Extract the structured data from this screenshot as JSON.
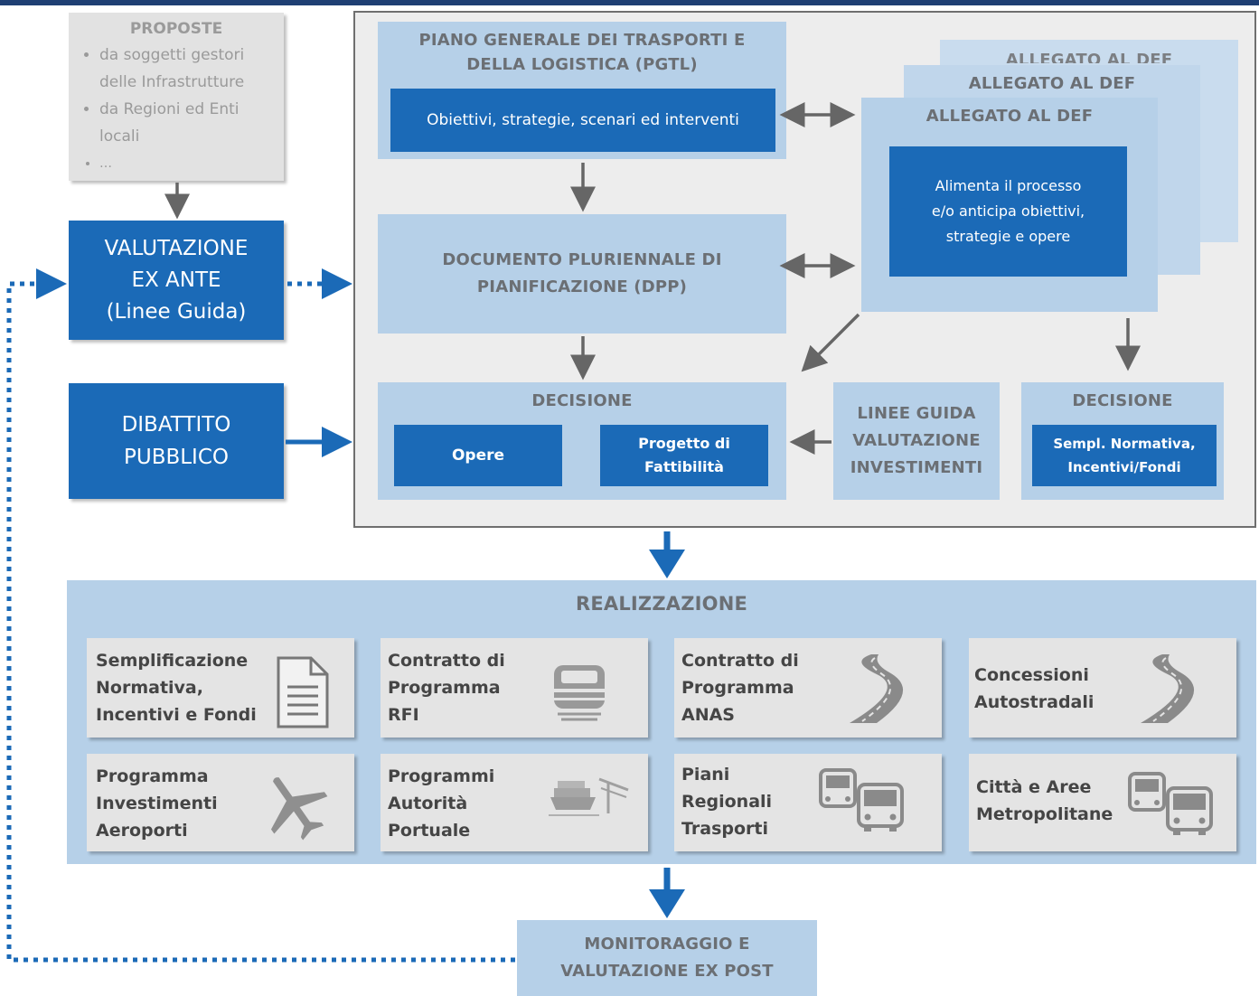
{
  "proposte": {
    "title": "PROPOSTE",
    "items": [
      "da soggetti gestori delle Infrastrutture",
      "da Regioni ed Enti locali",
      "…"
    ]
  },
  "valutazione": {
    "line1": "VALUTAZIONE",
    "line2": "EX ANTE",
    "line3": "(Linee Guida)"
  },
  "dibattito": {
    "line1": "DIBATTITO",
    "line2": "PUBBLICO"
  },
  "pgtl": {
    "title_line1": "PIANO GENERALE DEI TRASPORTI E",
    "title_line2": "DELLA LOGISTICA (PGTL)",
    "inner": "Obiettivi, strategie, scenari ed interventi"
  },
  "dpp": {
    "line1": "DOCUMENTO PLURIENNALE DI",
    "line2": "PIANIFICAZIONE (DPP)"
  },
  "allegato": {
    "back_title": "ALLEGATO AL DEF",
    "mid_title": "ALLEGATO AL DEF",
    "front_title": "ALLEGATO AL DEF",
    "inner_line1": "Alimenta il processo",
    "inner_line2": "e/o anticipa obiettivi,",
    "inner_line3": "strategie e opere"
  },
  "decisione": {
    "title": "DECISIONE",
    "opere": "Opere",
    "progetto_line1": "Progetto di",
    "progetto_line2": "Fattibilità"
  },
  "linee_guida": {
    "line1": "LINEE GUIDA",
    "line2": "VALUTAZIONE",
    "line3": "INVESTIMENTI"
  },
  "decisione2": {
    "title": "DECISIONE",
    "inner_line1": "Sempl. Normativa,",
    "inner_line2": "Incentivi/Fondi"
  },
  "realizzazione": {
    "title": "REALIZZAZIONE",
    "cards": [
      {
        "lines": [
          "Semplificazione",
          "Normativa,",
          "Incentivi e Fondi"
        ],
        "icon": "document-icon"
      },
      {
        "lines": [
          "Contratto di",
          "Programma",
          "RFI"
        ],
        "icon": "train-icon"
      },
      {
        "lines": [
          "Contratto di",
          "Programma",
          "ANAS"
        ],
        "icon": "road-icon"
      },
      {
        "lines": [
          "Concessioni",
          "Autostradali"
        ],
        "icon": "road-icon"
      },
      {
        "lines": [
          "Programma",
          "Investimenti",
          "Aeroporti"
        ],
        "icon": "airplane-icon"
      },
      {
        "lines": [
          "Programmi",
          "Autorità",
          "Portuale"
        ],
        "icon": "ship-icon"
      },
      {
        "lines": [
          "Piani",
          "Regionali",
          "Trasporti"
        ],
        "icon": "bus-icon"
      },
      {
        "lines": [
          "Città e Aree",
          "Metropolitane"
        ],
        "icon": "bus-icon"
      }
    ]
  },
  "monitoraggio": {
    "line1": "MONITORAGGIO E",
    "line2": "VALUTAZIONE EX POST"
  },
  "colors": {
    "dark_blue": "#1b6ab7",
    "light_blue": "#b6d0e8",
    "gray_frame": "#ededed",
    "card_gray": "#e4e4e4",
    "arrow_gray": "#666666"
  }
}
